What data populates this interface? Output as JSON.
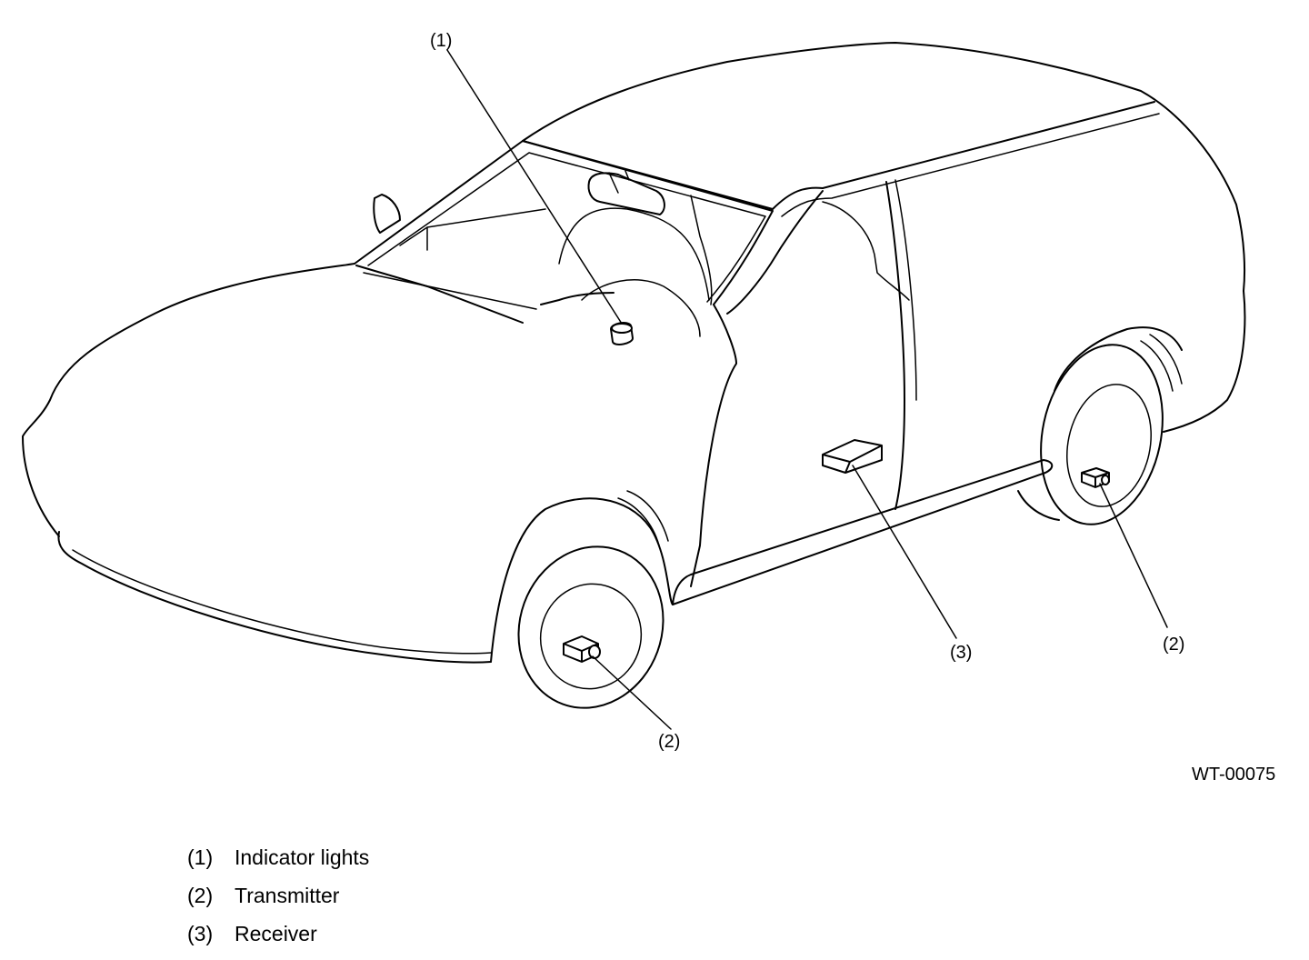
{
  "callouts": [
    {
      "id": "1",
      "label": "(1)"
    },
    {
      "id": "2a",
      "label": "(2)"
    },
    {
      "id": "2b",
      "label": "(2)"
    },
    {
      "id": "3",
      "label": "(3)"
    }
  ],
  "figure_code": "WT-00075",
  "legend": [
    {
      "num": "(1)",
      "text": "Indicator lights"
    },
    {
      "num": "(2)",
      "text": "Transmitter"
    },
    {
      "num": "(3)",
      "text": "Receiver"
    }
  ]
}
